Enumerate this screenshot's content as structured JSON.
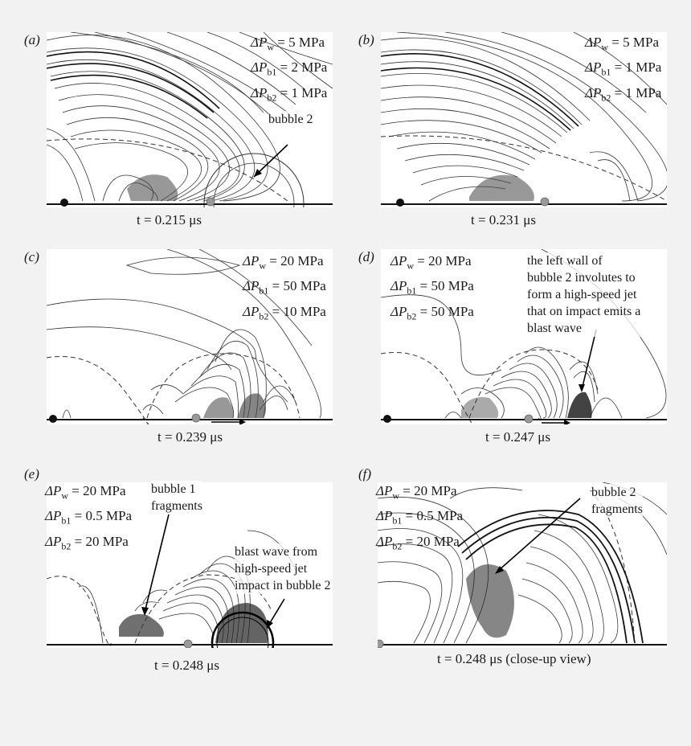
{
  "panels": {
    "a": {
      "label": "(a)",
      "time": "t = 0.215 μs",
      "params": [
        {
          "sub": "w",
          "value": "= 5 MPa"
        },
        {
          "sub": "b1",
          "value": "= 2 MPa"
        },
        {
          "sub": "b2",
          "value": "= 1 MPa"
        }
      ],
      "annotation": [
        "bubble 2"
      ]
    },
    "b": {
      "label": "(b)",
      "time": "t = 0.231 μs",
      "params": [
        {
          "sub": "w",
          "value": "= 5 MPa"
        },
        {
          "sub": "b1",
          "value": "= 1 MPa"
        },
        {
          "sub": "b2",
          "value": "= 1 MPa"
        }
      ]
    },
    "c": {
      "label": "(c)",
      "time": "t = 0.239 μs",
      "params": [
        {
          "sub": "w",
          "value": "= 20 MPa"
        },
        {
          "sub": "b1",
          "value": "= 50 MPa"
        },
        {
          "sub": "b2",
          "value": "= 10 MPa"
        }
      ]
    },
    "d": {
      "label": "(d)",
      "time": "t = 0.247 μs",
      "params": [
        {
          "sub": "w",
          "value": "= 20 MPa"
        },
        {
          "sub": "b1",
          "value": "= 50 MPa"
        },
        {
          "sub": "b2",
          "value": "= 50 MPa"
        }
      ],
      "annotation": [
        "the left wall of",
        "bubble 2 involutes to",
        "form a high-speed jet",
        "that on impact emits a",
        "blast wave"
      ]
    },
    "e": {
      "label": "(e)",
      "time": "t = 0.248 μs",
      "params": [
        {
          "sub": "w",
          "value": "= 20 MPa"
        },
        {
          "sub": "b1",
          "value": "= 0.5 MPa"
        },
        {
          "sub": "b2",
          "value": "= 20 MPa"
        }
      ],
      "annotation": [
        "bubble 1",
        "fragments"
      ],
      "annotation2": [
        "blast wave from",
        "high-speed jet",
        "impact in bubble 2"
      ]
    },
    "f": {
      "label": "(f)",
      "time": "t = 0.248 μs (close-up view)",
      "params": [
        {
          "sub": "w",
          "value": "= 20 MPa"
        },
        {
          "sub": "b1",
          "value": "= 0.5 MPa"
        },
        {
          "sub": "b2",
          "value": "= 20 MPa"
        }
      ],
      "annotation": [
        "bubble 2",
        "fragments"
      ]
    }
  }
}
